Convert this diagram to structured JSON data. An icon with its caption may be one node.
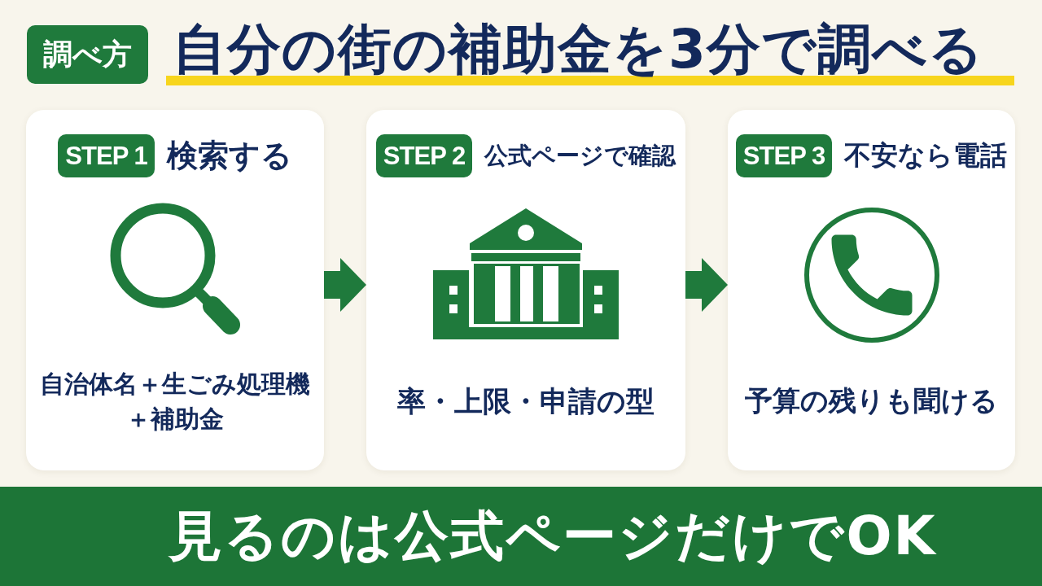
{
  "diagram": {
    "title": "自分の街の補助金を3分で調べる",
    "nodes": [
      {
        "text": [
          "調べ方"
        ]
      },
      {
        "text": [
          "検索する",
          "自治体名＋生ごみ処理機＋補助金"
        ]
      },
      {
        "text": [
          "STEP 1"
        ],
        "in": 1
      },
      {
        "text": [
          "公式ページで確認",
          "率・上限・申請の型"
        ]
      },
      {
        "text": [
          "STEP 2"
        ],
        "in": 3
      },
      {
        "text": [
          "不安なら電話",
          "予算の残りも聞ける"
        ]
      },
      {
        "text": [
          "STEP 3"
        ],
        "in": 5
      },
      {
        "text": [
          "見るのは公式ページだけでOK"
        ]
      }
    ],
    "edges": [
      {
        "from": 1,
        "to": 3,
        "arrow": "to"
      },
      {
        "from": 3,
        "to": 5,
        "arrow": "to"
      }
    ]
  }
}
